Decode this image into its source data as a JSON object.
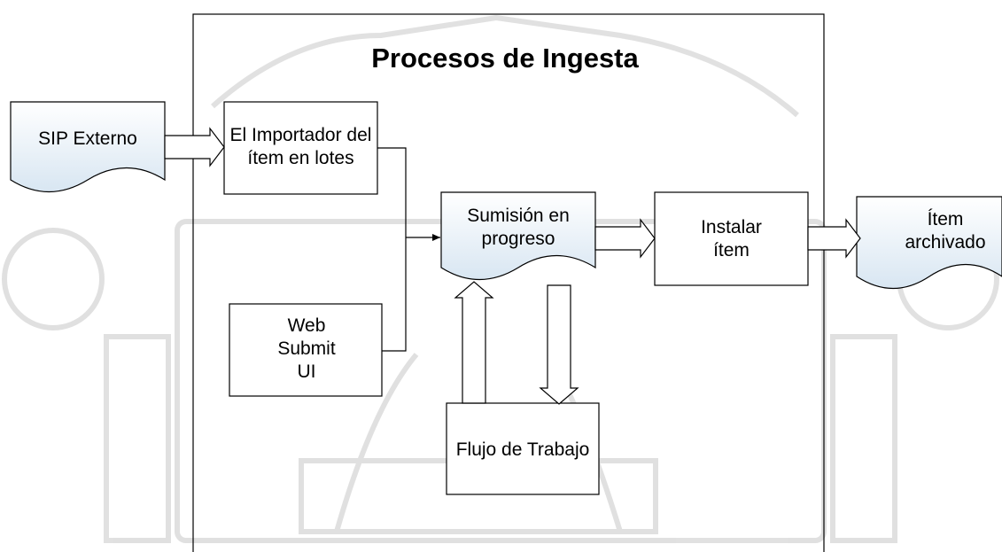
{
  "title": "Procesos de Ingesta",
  "nodes": {
    "sip_externo": {
      "label": "SIP Externo"
    },
    "importador": {
      "label": "El Importador del ítem en lotes"
    },
    "web_submit": {
      "label": "Web Submit UI"
    },
    "sumision": {
      "label": "Sumisión en progreso"
    },
    "flujo": {
      "label": "Flujo de Trabajo"
    },
    "instalar": {
      "label": "Instalar ítem"
    },
    "archivado": {
      "label": "Ítem archivado"
    }
  },
  "colors": {
    "line": "#000000",
    "document_fill_start": "#ffffff",
    "document_fill_end": "#d8e6f2",
    "watermark": "#cfcfcf"
  }
}
